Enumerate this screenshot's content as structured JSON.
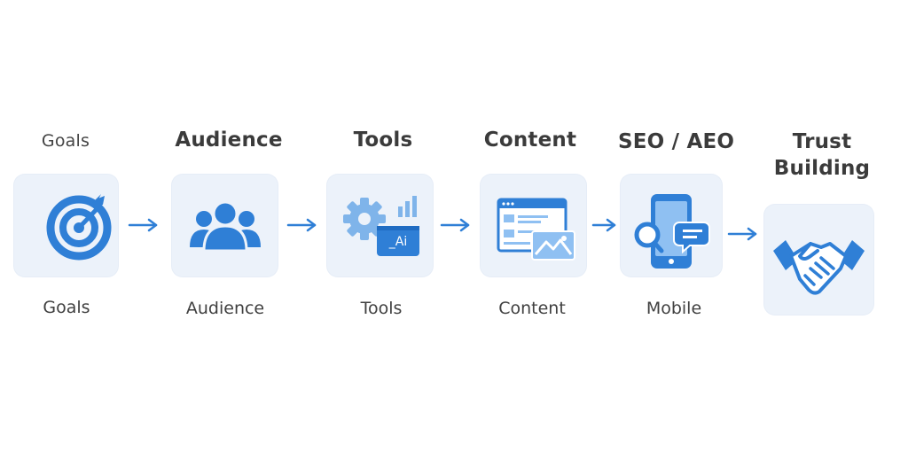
{
  "steps": [
    {
      "title": "Goals",
      "caption": "Goals",
      "icon": "target-icon"
    },
    {
      "title": "Audience",
      "caption": "Audience",
      "icon": "users-group-icon"
    },
    {
      "title": "Tools",
      "caption": "Tools",
      "icon": "gear-ai-tools-icon"
    },
    {
      "title": "Content",
      "caption": "Content",
      "icon": "webpage-content-icon"
    },
    {
      "title": "SEO / AEO",
      "caption": "Mobile",
      "icon": "mobile-search-chat-icon"
    },
    {
      "title": "Trust Building",
      "icon": "handshake-icon"
    }
  ],
  "tools_badge": "_Ai",
  "colors": {
    "primary": "#2f7fd6",
    "light": "#8fc0f2",
    "tile_bg": "#ecf2fa",
    "text": "#3b3b3b"
  }
}
